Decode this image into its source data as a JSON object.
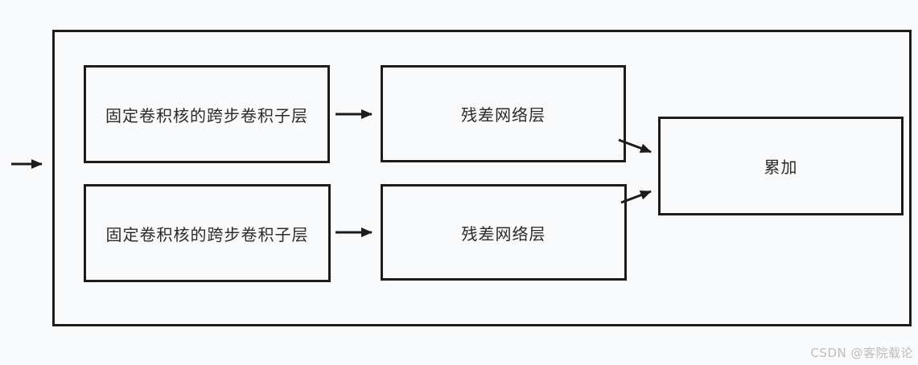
{
  "diagram": {
    "title": "residual-network-branch-diagram",
    "nodes": [
      {
        "id": "conv_top",
        "label": "固定卷积核的跨步卷积子层"
      },
      {
        "id": "conv_bottom",
        "label": "固定卷积核的跨步卷积子层"
      },
      {
        "id": "res_top",
        "label": "残差网络层"
      },
      {
        "id": "res_bottom",
        "label": "残差网络层"
      },
      {
        "id": "sum",
        "label": "累加"
      }
    ],
    "edges": [
      {
        "from": "input",
        "to": "outer_frame",
        "type": "arrow"
      },
      {
        "from": "conv_top",
        "to": "res_top",
        "type": "arrow"
      },
      {
        "from": "conv_bottom",
        "to": "res_bottom",
        "type": "arrow"
      },
      {
        "from": "res_top",
        "to": "sum",
        "type": "arrow"
      },
      {
        "from": "res_bottom",
        "to": "sum",
        "type": "arrow"
      }
    ]
  },
  "watermark": {
    "text": "CSDN @客院载论"
  },
  "colors": {
    "background": "#f9fafb",
    "stroke": "#1c1c1c",
    "node_text": "#2a2a2a",
    "watermark_text": "#bdbdbd"
  }
}
